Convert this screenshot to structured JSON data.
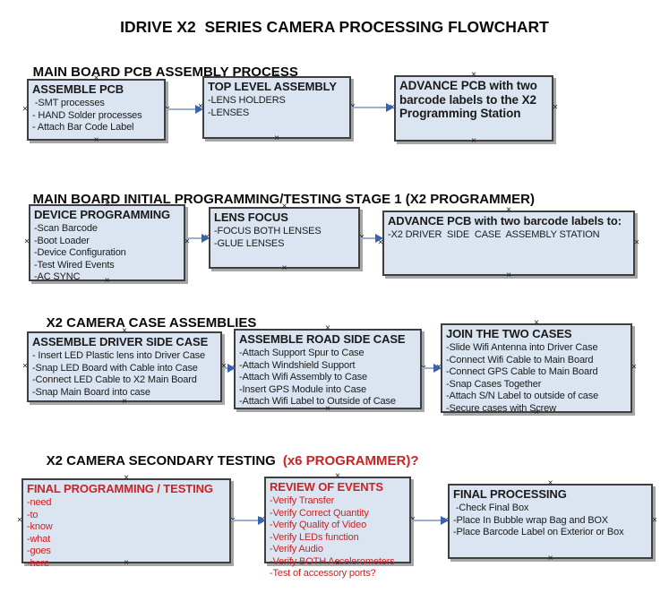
{
  "title": "IDRIVE X2  SERIES CAMERA PROCESSING FLOWCHART",
  "colors": {
    "box_fill": "#dbe5f1",
    "box_border": "#3f3f3f",
    "box_shadow": "#a6a6a6",
    "arrow_line": "#9cb0cd",
    "arrow_head": "#3a62ae",
    "red_text": "#cc2222"
  },
  "sections": [
    {
      "header": "MAIN BOARD PCB ASSEMBLY PROCESS",
      "boxes": [
        {
          "title": "ASSEMBLE PCB",
          "items": [
            " -SMT processes",
            "- HAND Solder processes",
            "- Attach Bar Code Label"
          ]
        },
        {
          "title": "TOP LEVEL ASSEMBLY",
          "items": [
            "-LENS HOLDERS",
            "-LENSES"
          ]
        },
        {
          "title": "ADVANCE PCB with two barcode labels to the  X2 Programming Station",
          "items": []
        }
      ]
    },
    {
      "header": "MAIN BOARD INITIAL PROGRAMMING/TESTING STAGE 1 (X2 PROGRAMMER)",
      "boxes": [
        {
          "title": "DEVICE PROGRAMMING",
          "items": [
            "-Scan Barcode",
            "-Boot Loader",
            "-Device Configuration",
            "-Test Wired Events",
            "-AC SYNC"
          ]
        },
        {
          "title": "LENS FOCUS",
          "items": [
            "-FOCUS BOTH LENSES",
            "-GLUE LENSES"
          ]
        },
        {
          "title": "ADVANCE PCB with two barcode labels to:",
          "items": [
            "-X2 DRIVER  SIDE  CASE  ASSEMBLY STATION"
          ]
        }
      ]
    },
    {
      "header": "X2 CAMERA CASE ASSEMBLIES",
      "boxes": [
        {
          "title": "ASSEMBLE DRIVER SIDE CASE",
          "items": [
            "- Insert LED Plastic lens into Driver Case",
            "-Snap LED Board with Cable into Case",
            "-Connect LED Cable to X2 Main Board",
            "-Snap Main Board into case"
          ]
        },
        {
          "title": "ASSEMBLE ROAD SIDE CASE",
          "items": [
            "-Attach Support Spur to Case",
            "-Attach Windshield Support",
            "-Attach Wifi Assembly to Case",
            "-Insert GPS Module into Case",
            "-Attach Wifi Label to Outside of Case"
          ]
        },
        {
          "title": "JOIN THE TWO CASES",
          "items": [
            "-Slide Wifi Antenna into Driver Case",
            "-Connect Wifi Cable to Main Board",
            "-Connect GPS Cable to Main Board",
            "-Snap Cases Together",
            "-Attach S/N Label to outside of case",
            "-Secure cases with Screw"
          ]
        }
      ]
    },
    {
      "header": "X2 CAMERA SECONDARY TESTING",
      "header_red": "(x6 PROGRAMMER)?",
      "boxes": [
        {
          "title": "FINAL PROGRAMMING / TESTING",
          "items": [
            "-need",
            "-to",
            "-know",
            "-what",
            "-goes",
            "-here"
          ]
        },
        {
          "title": "REVIEW OF EVENTS",
          "items": [
            "-Verify Transfer",
            "-Verify Correct Quantity",
            "-Verify Quality of Video",
            "-Verify LEDs function",
            "-Verify Audio",
            "-Verify BOTH Accelerometers",
            "-Test of accessory ports?"
          ]
        },
        {
          "title": "FINAL PROCESSING",
          "items": [
            " -Check Final Box",
            "-Place In Bubble wrap Bag and BOX",
            "-Place Barcode Label on Exterior or Box"
          ]
        }
      ]
    }
  ]
}
